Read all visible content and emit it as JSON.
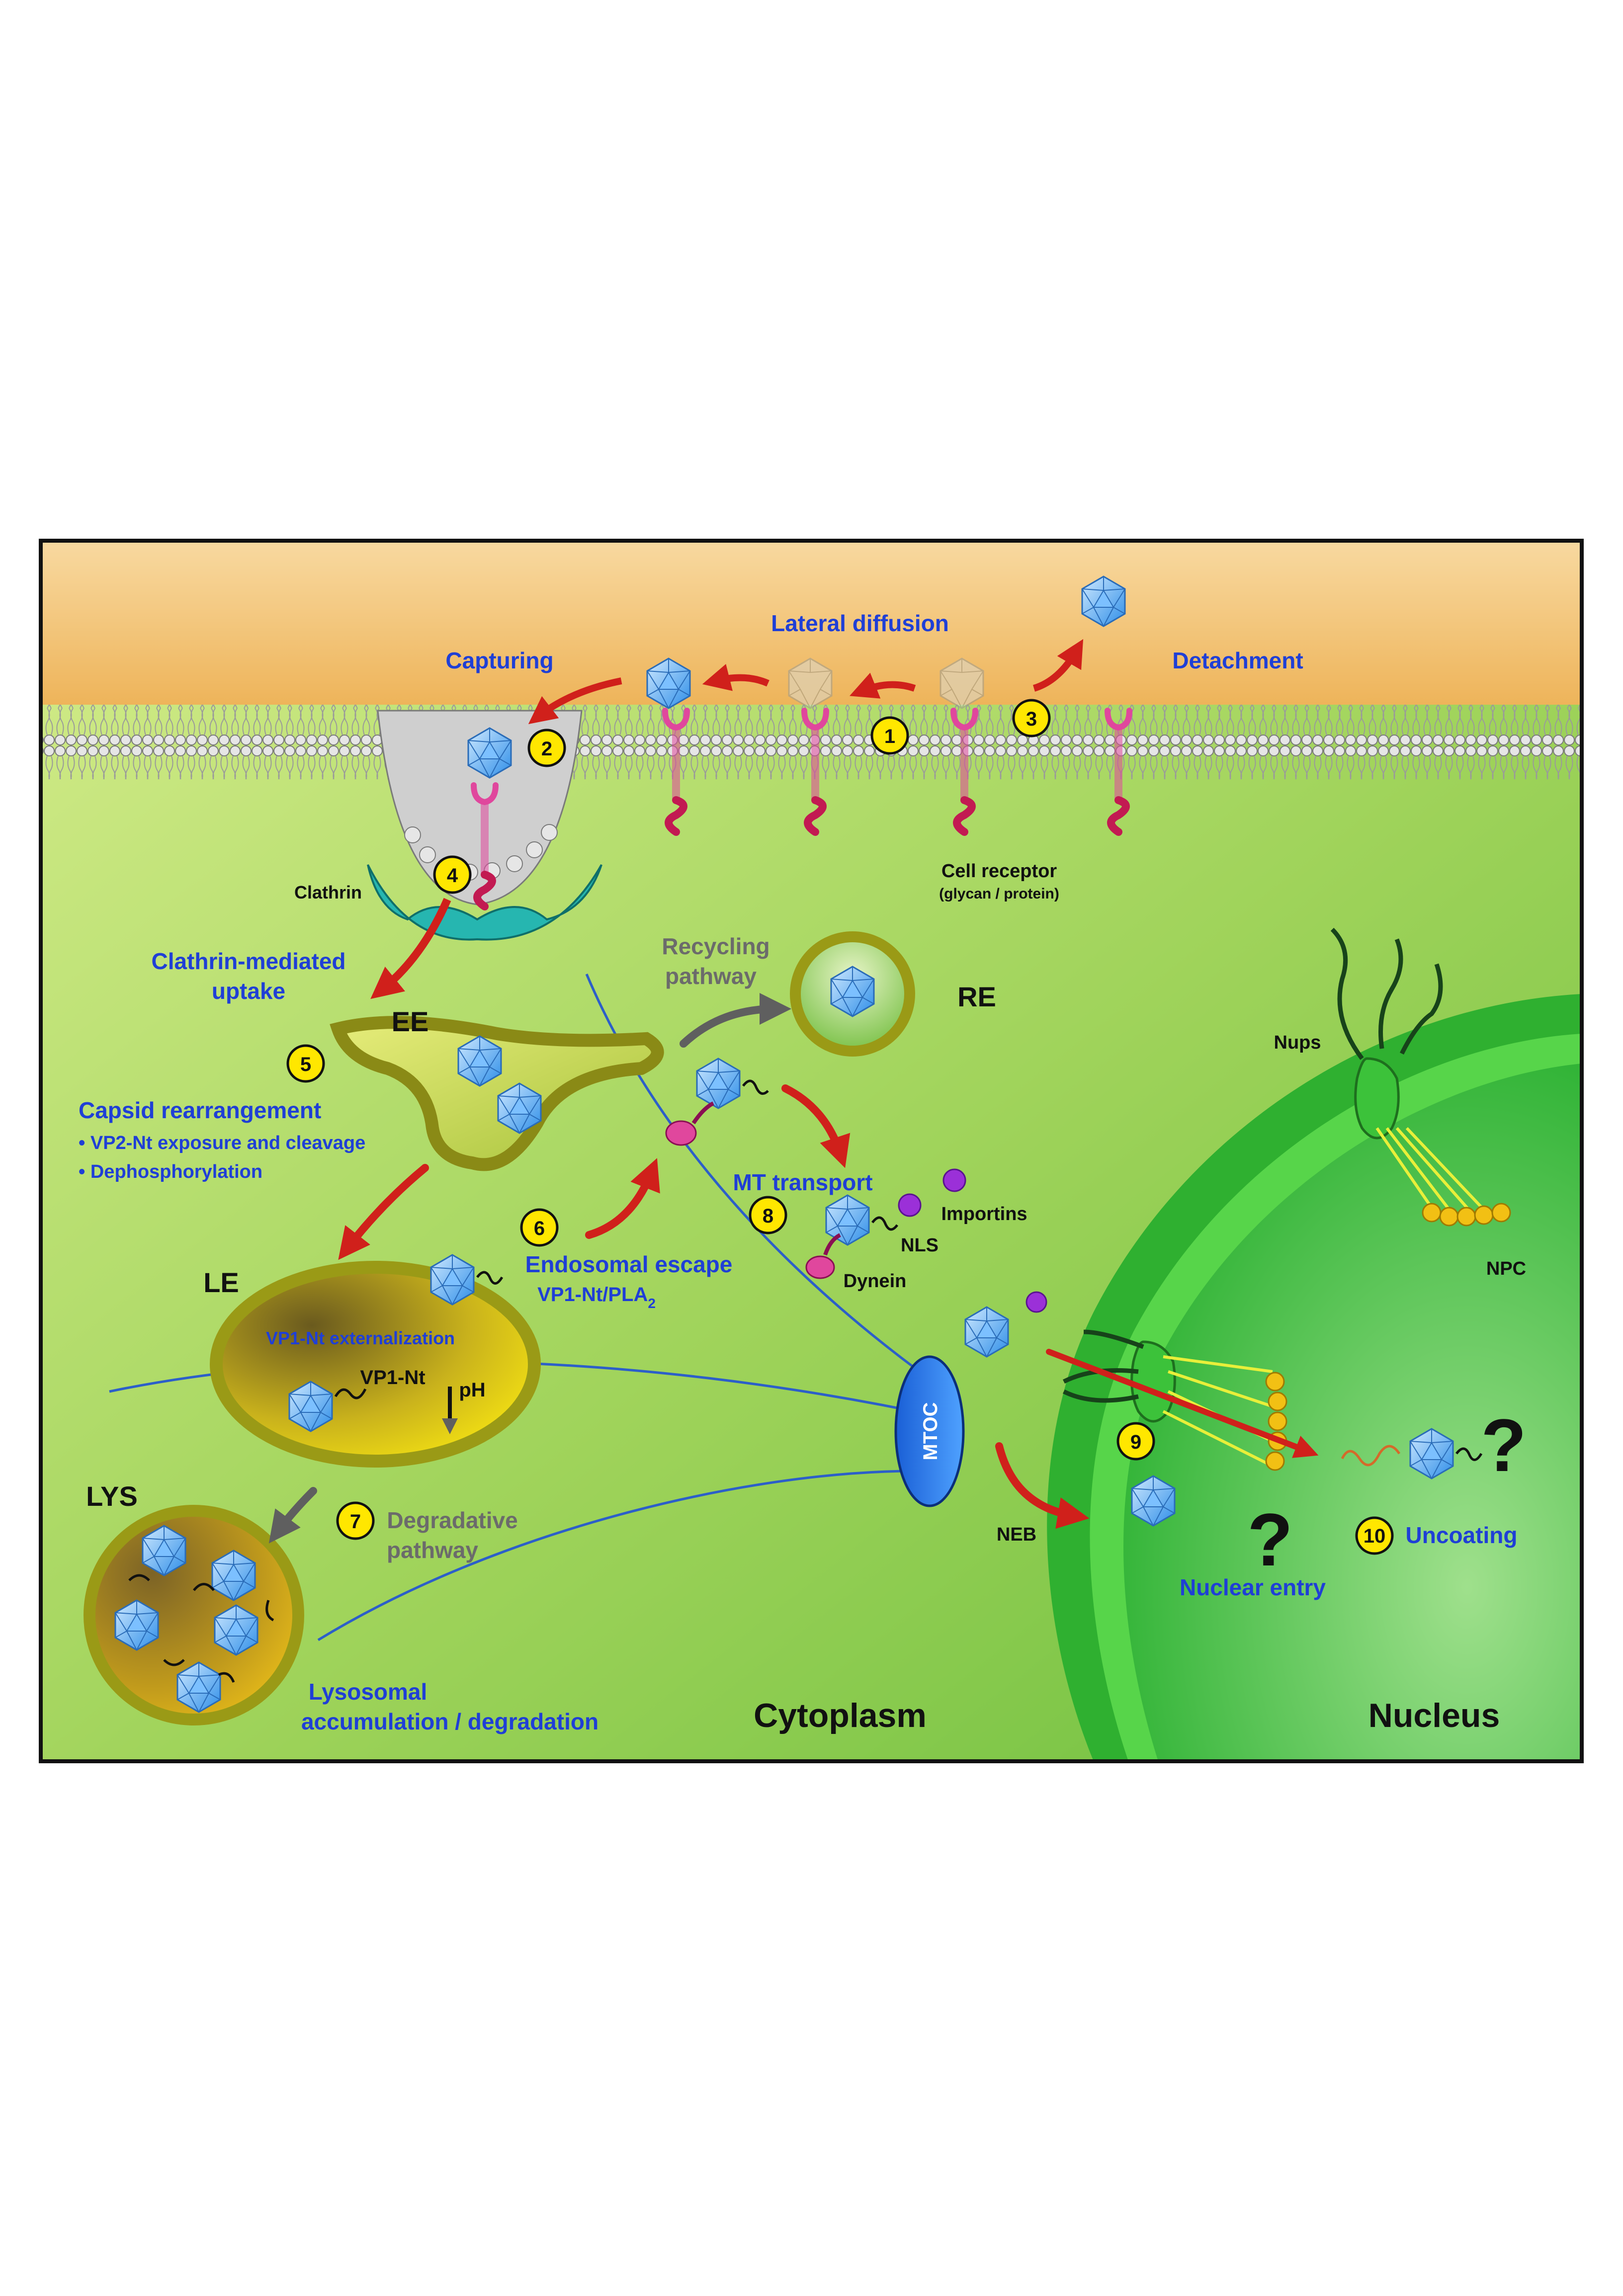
{
  "labels": {
    "lateral_diffusion": "Lateral diffusion",
    "capturing": "Capturing",
    "detachment": "Detachment",
    "cell_receptor": "Cell receptor",
    "cell_receptor_sub": "(glycan / protein)",
    "clathrin": "Clathrin",
    "clathrin_mediated_1": "Clathrin-mediated",
    "clathrin_mediated_2": "uptake",
    "ee": "EE",
    "re": "RE",
    "recycling_1": "Recycling",
    "recycling_2": "pathway",
    "capsid_rearrangement": "Capsid rearrangement",
    "bullet_1": "• VP2-Nt exposure and cleavage",
    "bullet_2": "• Dephosphorylation",
    "mt_transport": "MT transport",
    "importins": "Importins",
    "nls": "NLS",
    "dynein": "Dynein",
    "endosomal_escape": "Endosomal escape",
    "vp1_pla2": "VP1-Nt/PLA",
    "vp1_pla2_sub": "2",
    "le": "LE",
    "vp1_ext": "VP1-Nt externalization",
    "vp1nt": "VP1-Nt",
    "ph": "pH",
    "mtoc": "MTOC",
    "nups": "Nups",
    "npc": "NPC",
    "lys": "LYS",
    "degradative_1": "Degradative",
    "degradative_2": "pathway",
    "lysosomal_1": "Lysosomal",
    "lysosomal_2": "accumulation / degradation",
    "neb": "NEB",
    "nuclear_entry": "Nuclear entry",
    "uncoating": "Uncoating",
    "question": "?",
    "cytoplasm": "Cytoplasm",
    "nucleus": "Nucleus"
  },
  "steps": [
    "1",
    "2",
    "3",
    "4",
    "5",
    "6",
    "7",
    "8",
    "9",
    "10"
  ],
  "colors": {
    "label_blue": "#1f3fd6",
    "label_gray": "#6b6b6b",
    "arrow_red": "#d0201b",
    "arrow_gray": "#5f5f5f",
    "extracellular": "#f0bf6a",
    "cytoplasm": "#9fd35a",
    "nucleus": "#35b83a",
    "step_badge": "#ffe700"
  }
}
